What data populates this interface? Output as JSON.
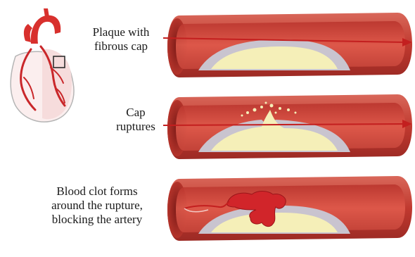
{
  "panels": [
    {
      "caption_lines": [
        "Plaque with",
        "fibrous cap"
      ]
    },
    {
      "caption_lines": [
        "Cap",
        "ruptures"
      ]
    },
    {
      "caption_lines": [
        "Blood clot forms",
        "around the rupture,",
        "blocking the artery"
      ]
    }
  ],
  "colors": {
    "artery_wall": "#c0392f",
    "artery_wall_light": "#d9685a",
    "artery_dark": "#8f1f1c",
    "lumen": "#e25d4e",
    "plaque": "#f5efb8",
    "fibrous_cap": "#c9c4cf",
    "blood_flow_arrow": "#c31f1f",
    "clot": "#d1252a",
    "heart": "#d8302d",
    "heart_outline": "#9a9a9a"
  }
}
